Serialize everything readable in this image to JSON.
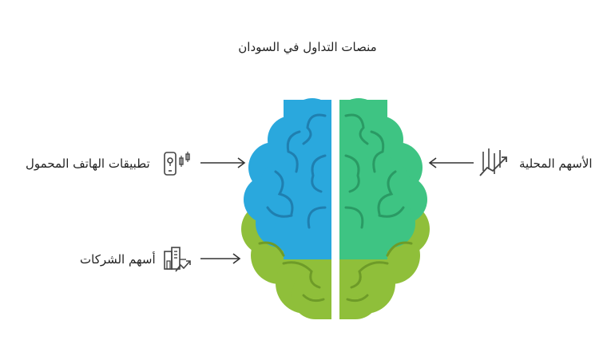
{
  "title": "منصات التداول في السودان",
  "colors": {
    "blue": "#2aa8dd",
    "green": "#3ec483",
    "olive": "#8fbf3a",
    "line": "#333333",
    "icon": "#444444"
  },
  "items": [
    {
      "label": "تطبيقات الهاتف المحمول",
      "icon": "mobile-trading-icon"
    },
    {
      "label": "أسهم الشركات",
      "icon": "company-stocks-icon"
    },
    {
      "label": "الأسهم المحلية",
      "icon": "stock-chart-icon"
    }
  ]
}
